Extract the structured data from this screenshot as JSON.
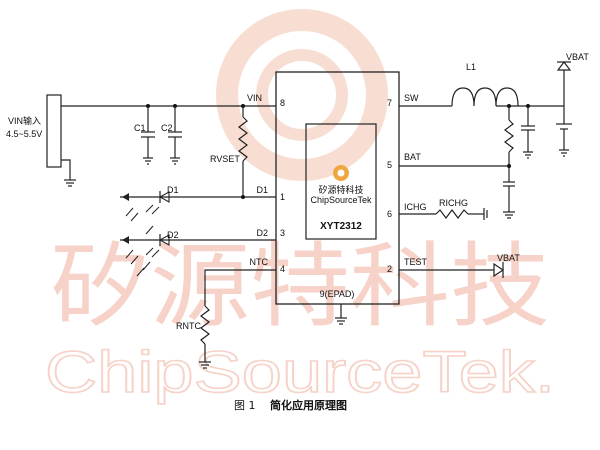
{
  "watermark": {
    "cn": "矽源特科技",
    "en": "ChipSourceTek."
  },
  "colors": {
    "watermark": "#f6d2c8",
    "logo_orange": "#f0a640",
    "ink": "#222222"
  },
  "chip": {
    "name": "XYT2312",
    "logo_cn": "矽源特科技",
    "logo_en": "ChipSourceTek",
    "epad": "9(EPAD)",
    "pins_left": [
      {
        "num": "8",
        "name": "VIN"
      },
      {
        "num": "1",
        "name": "D1"
      },
      {
        "num": "3",
        "name": "D2"
      },
      {
        "num": "4",
        "name": "NTC"
      }
    ],
    "pins_right": [
      {
        "num": "7",
        "name": "SW"
      },
      {
        "num": "5",
        "name": "BAT"
      },
      {
        "num": "6",
        "name": "ICHG"
      },
      {
        "num": "2",
        "name": "TEST"
      }
    ]
  },
  "components": {
    "vin_label": "VIN输入",
    "vin_range": "4.5~5.5V",
    "c1": "C1",
    "c2": "C2",
    "rvset": "RVSET",
    "d1": "D1",
    "d2": "D2",
    "rntc": "RNTC",
    "l1": "L1",
    "richg": "RICHG",
    "vbat_top": "VBAT",
    "vbat_test": "VBAT"
  },
  "caption": {
    "prefix": "图 1",
    "title": "简化应用原理图"
  }
}
